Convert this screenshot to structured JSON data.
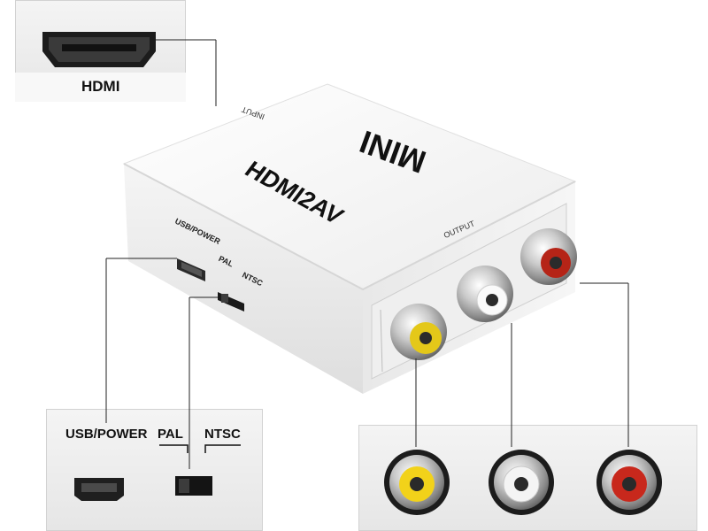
{
  "callouts": {
    "hdmi_label": "HDMI",
    "usb_power_label": "USB/POWER",
    "pal_label": "PAL",
    "ntsc_label": "NTSC"
  },
  "device": {
    "brand": "MINI",
    "model": "HDMI2AV",
    "input_label": "INPUT",
    "output_label": "OUTPUT",
    "usb_power_label": "USB/POWER",
    "pal_label": "PAL",
    "ntsc_label": "NTSC"
  },
  "rca_ports": [
    {
      "color_name": "yellow",
      "color": "#f2d21a"
    },
    {
      "color_name": "white",
      "color": "#f4f4f4"
    },
    {
      "color_name": "red",
      "color": "#c8281c"
    }
  ]
}
